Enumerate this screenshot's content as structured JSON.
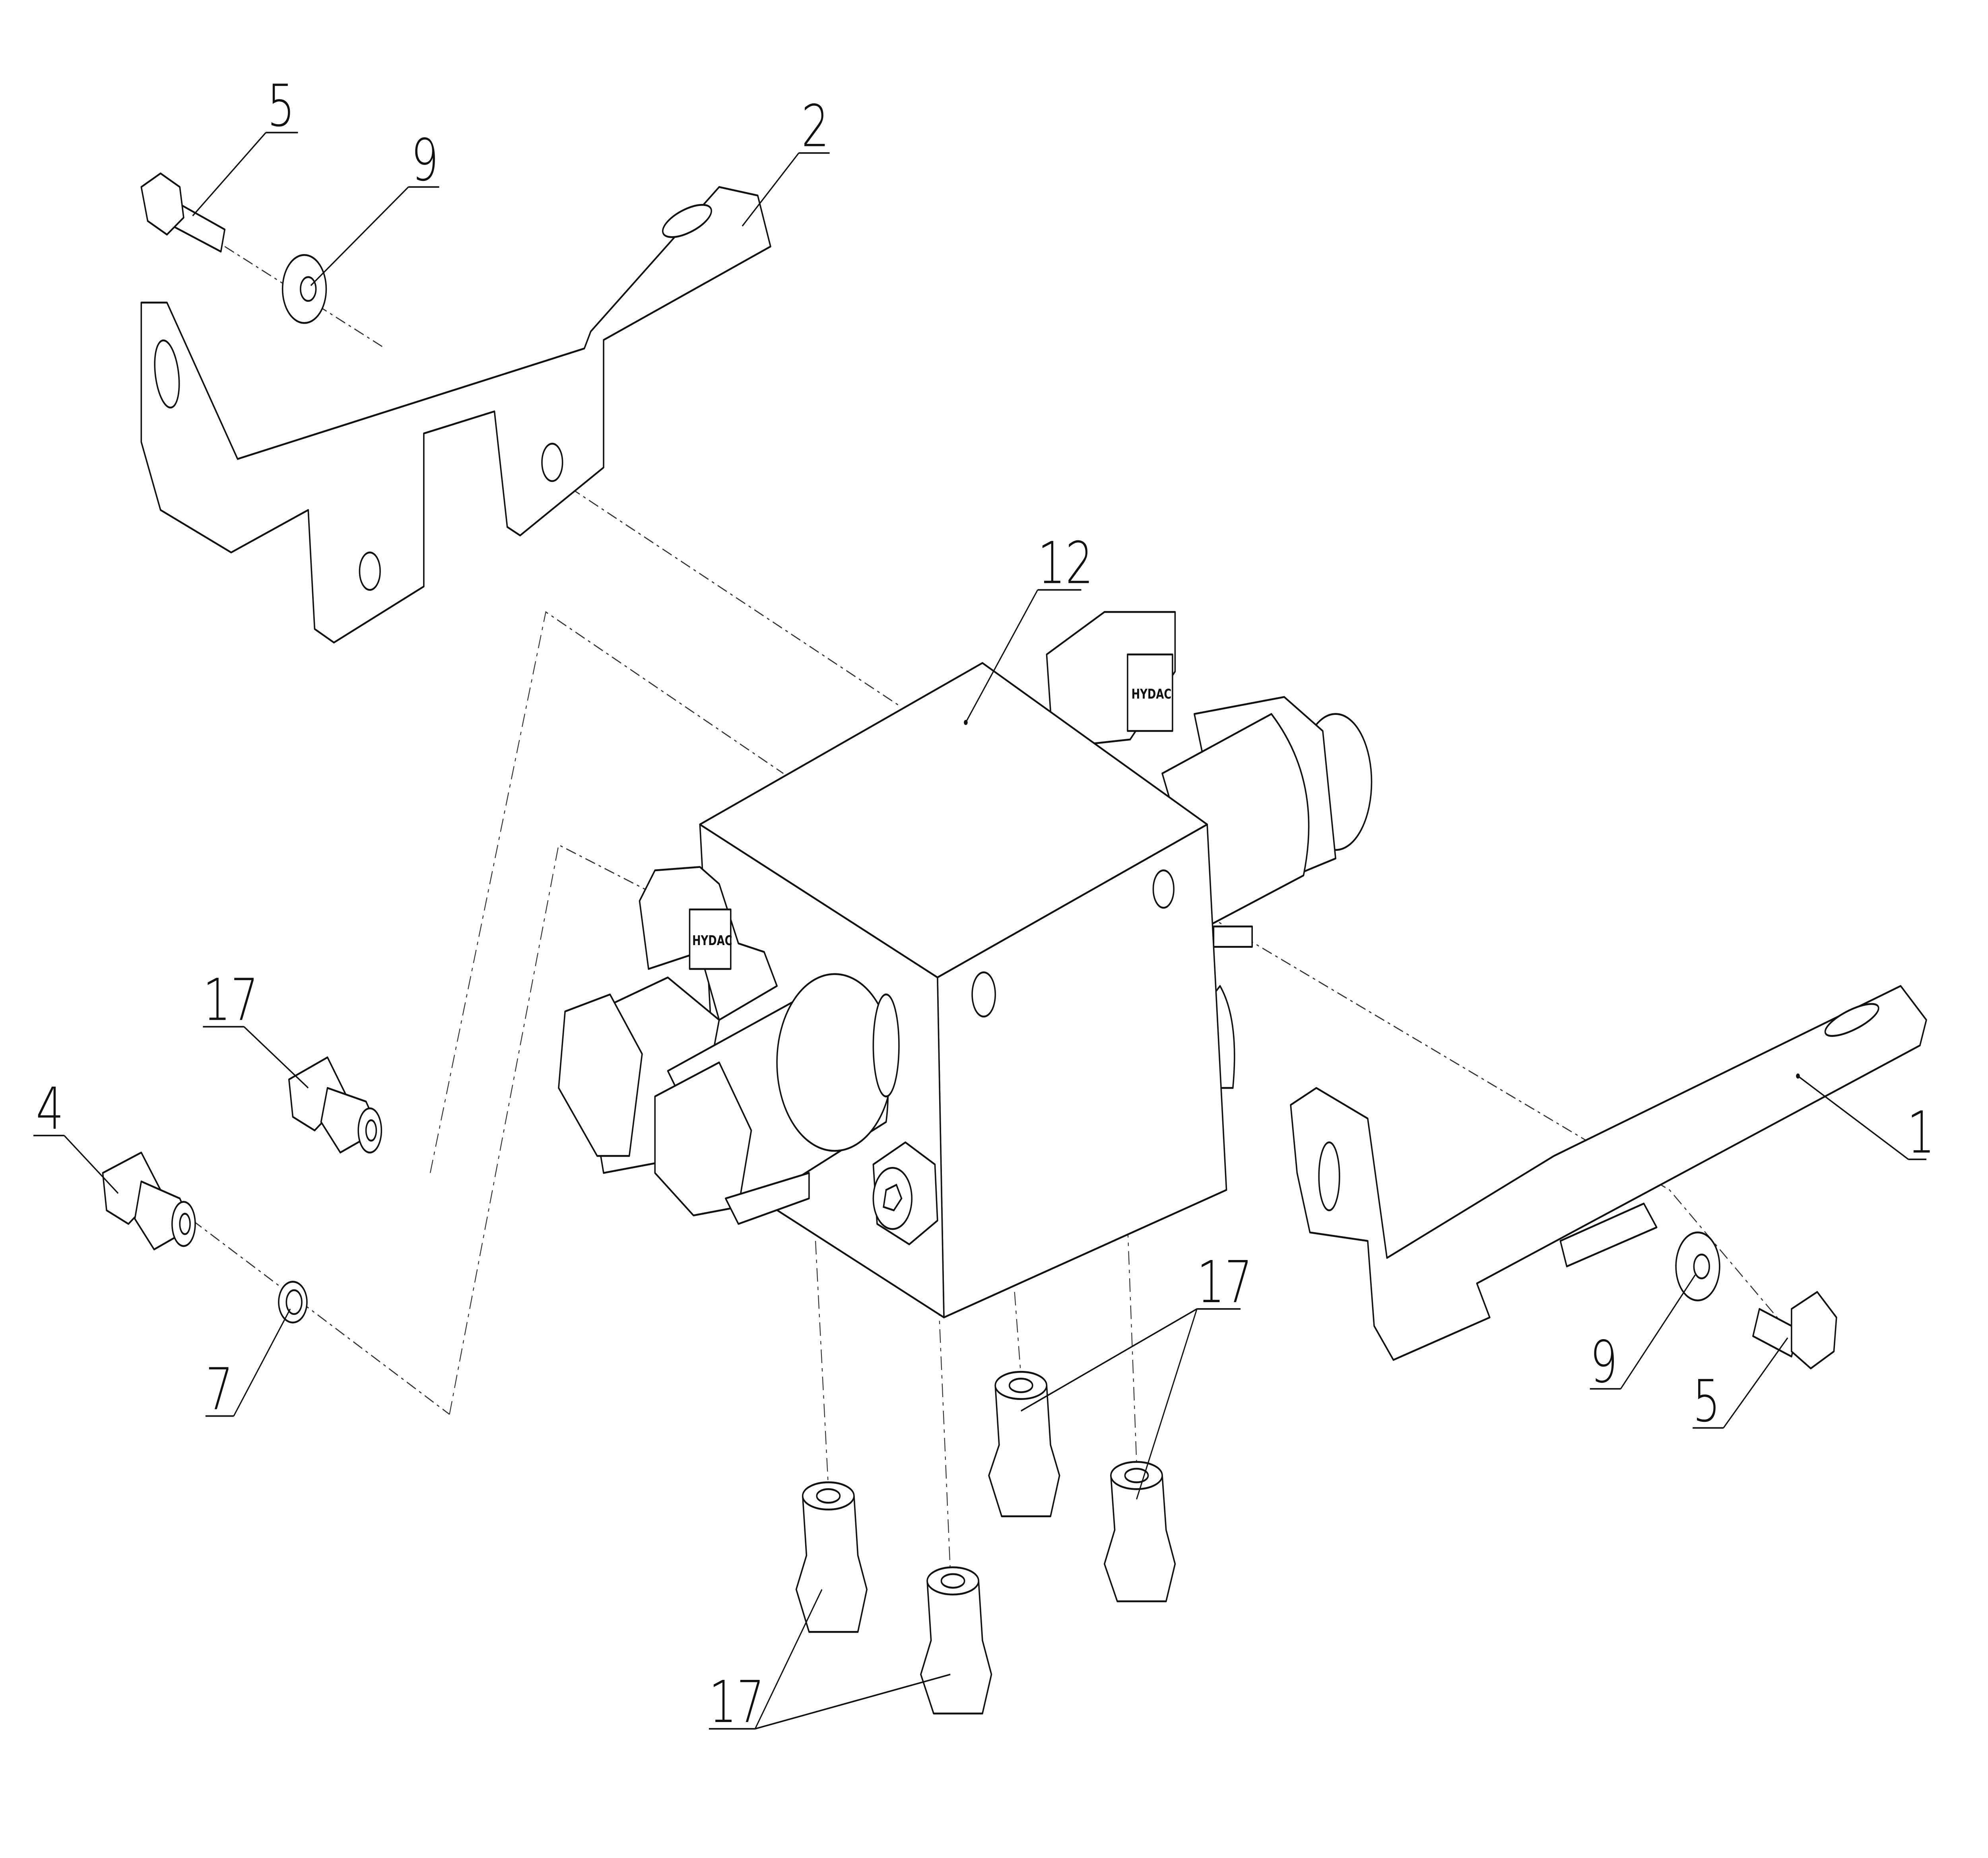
{
  "diagram": {
    "type": "exploded-assembly-drawing",
    "callouts": {
      "bolt_top_left": "5",
      "washer_top_left": "9",
      "bracket_top": "2",
      "valve_block": "12",
      "fitting_left": "17",
      "fitting_far_left": "4",
      "seal_ring": "7",
      "bracket_right": "1",
      "washer_right": "9",
      "bolt_right": "5",
      "fittings_bottom_right": "17",
      "fittings_bottom_left": "17"
    },
    "solenoid_brand": "HYDAC"
  }
}
